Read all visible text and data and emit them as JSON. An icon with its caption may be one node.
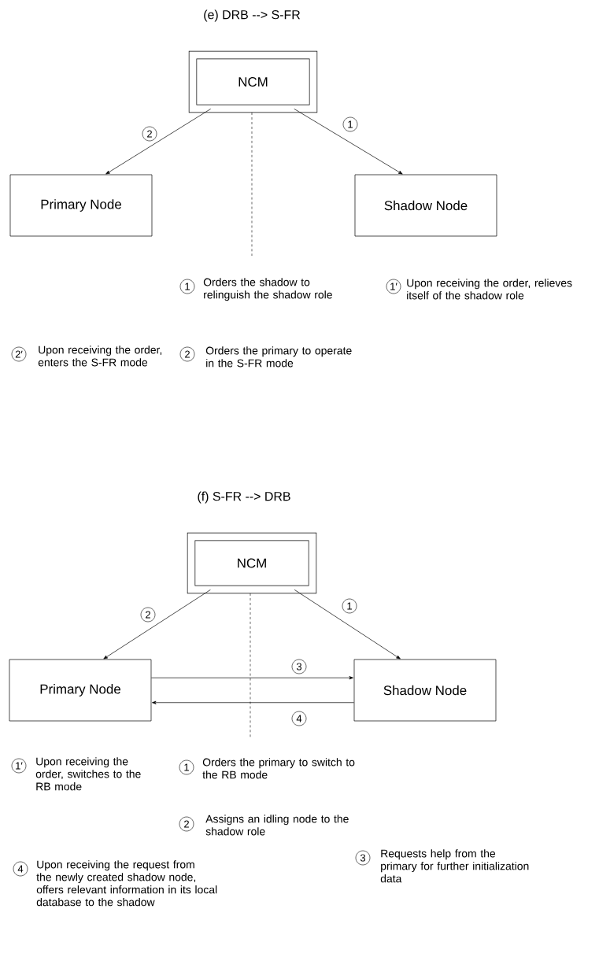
{
  "diagram": {
    "nodes": [
      {
        "text": [
          "NCM"
        ]
      },
      {
        "text": [
          "Primary Node"
        ]
      },
      {
        "text": [
          "Shadow Node"
        ]
      },
      {
        "text": [
          "NCM"
        ]
      },
      {
        "text": [
          "Primary Node"
        ]
      },
      {
        "text": [
          "Shadow Node"
        ]
      }
    ],
    "edges": [
      {
        "from": 0,
        "to": 1,
        "arrow": "to",
        "label": "2"
      },
      {
        "from": 0,
        "to": 2,
        "arrow": "to",
        "label": "1"
      },
      {
        "from": 3,
        "to": 4,
        "arrow": "to",
        "label": "2"
      },
      {
        "from": 3,
        "to": 5,
        "arrow": "to",
        "label": "1"
      },
      {
        "from": 4,
        "to": 5,
        "arrow": "to",
        "label": "3"
      },
      {
        "from": 5,
        "to": 4,
        "arrow": "to",
        "label": "4"
      }
    ],
    "labels": [
      "(e) DRB --> S-FR",
      "1",
      "Orders the shadow to relinguish the shadow role",
      "1′",
      "Upon receiving the order, relieves itself of the shadow role",
      "2′",
      "Upon receiving the order, enters the S-FR mode",
      "2",
      "Orders the primary to operate in the S-FR mode",
      "(f) S-FR --> DRB",
      "1′",
      "Upon receiving the order, switches to the RB mode",
      "1",
      "Orders the primary to switch to the RB mode",
      "2",
      "Assigns an idling node to the shadow role",
      "4",
      "Upon receiving the request from the newly created shadow node, offers relevant information in its local database to the shadow",
      "3",
      "Requests help from the primary for further initialization data"
    ]
  }
}
